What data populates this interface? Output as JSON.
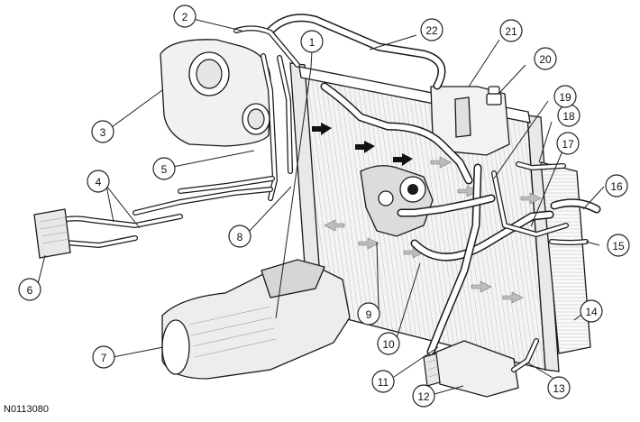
{
  "figure_id": "N0113080",
  "callouts": [
    {
      "label": "1"
    },
    {
      "label": "2"
    },
    {
      "label": "3"
    },
    {
      "label": "4"
    },
    {
      "label": "5"
    },
    {
      "label": "6"
    },
    {
      "label": "7"
    },
    {
      "label": "8"
    },
    {
      "label": "9"
    },
    {
      "label": "10"
    },
    {
      "label": "11"
    },
    {
      "label": "12"
    },
    {
      "label": "13"
    },
    {
      "label": "14"
    },
    {
      "label": "15"
    },
    {
      "label": "16"
    },
    {
      "label": "17"
    },
    {
      "label": "18"
    },
    {
      "label": "19"
    },
    {
      "label": "20"
    },
    {
      "label": "21"
    },
    {
      "label": "22"
    }
  ]
}
